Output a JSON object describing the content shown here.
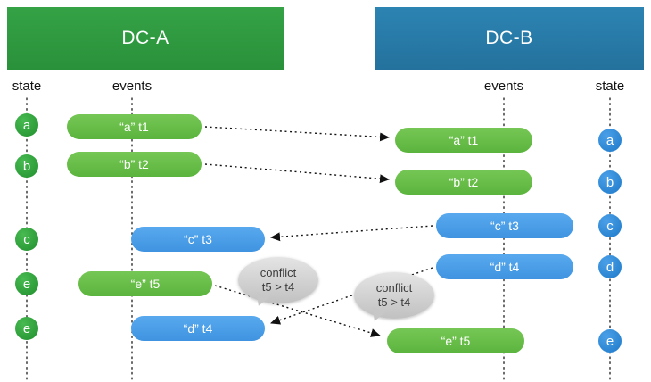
{
  "colors": {
    "dc_a_header": "#2e9940",
    "dc_b_header": "#2579a7",
    "event_green": "#67bf4a",
    "event_blue": "#4a9ee8",
    "state_green": "#27962f",
    "state_blue": "#2b85d4",
    "bubble_fill": "#cfcfcf",
    "connector": "#111111"
  },
  "dc_a": {
    "title": "DC-A",
    "state_label": "state",
    "events_label": "events",
    "states": [
      {
        "label": "a"
      },
      {
        "label": "b"
      },
      {
        "label": "c"
      },
      {
        "label": "e"
      },
      {
        "label": "e"
      }
    ],
    "events": [
      {
        "label": "“a” t1",
        "origin": "green"
      },
      {
        "label": "“b” t2",
        "origin": "green"
      },
      {
        "label": "“c” t3",
        "origin": "blue"
      },
      {
        "label": "“e” t5",
        "origin": "green"
      },
      {
        "label": "“d” t4",
        "origin": "blue"
      }
    ]
  },
  "dc_b": {
    "title": "DC-B",
    "state_label": "state",
    "events_label": "events",
    "states": [
      {
        "label": "a"
      },
      {
        "label": "b"
      },
      {
        "label": "c"
      },
      {
        "label": "d"
      },
      {
        "label": "e"
      }
    ],
    "events": [
      {
        "label": "“a” t1",
        "origin": "green"
      },
      {
        "label": "“b” t2",
        "origin": "green"
      },
      {
        "label": "“c” t3",
        "origin": "blue"
      },
      {
        "label": "“d” t4",
        "origin": "blue"
      },
      {
        "label": "“e” t5",
        "origin": "green"
      }
    ]
  },
  "bubbles": [
    {
      "line1": "conflict",
      "line2": "t5 > t4"
    },
    {
      "line1": "conflict",
      "line2": "t5 > t4"
    }
  ]
}
